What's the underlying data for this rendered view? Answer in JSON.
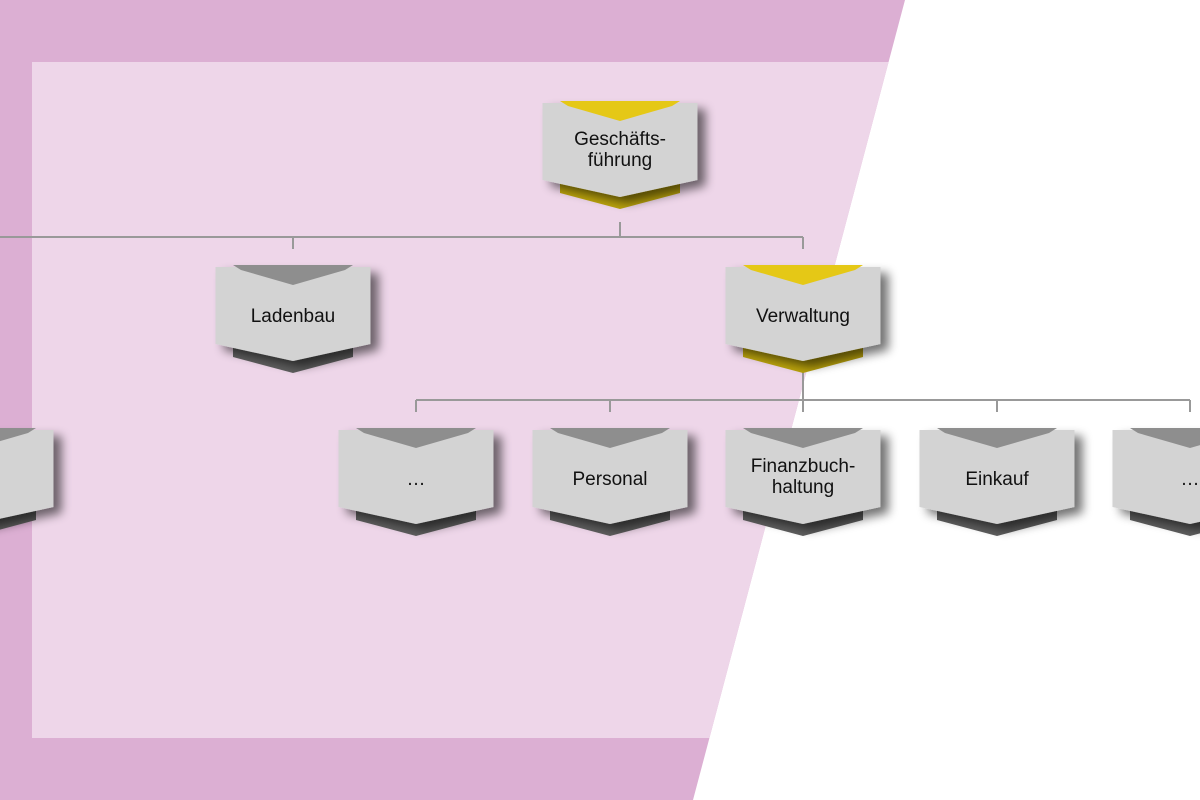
{
  "colors": {
    "outer_bg": "#dcafd3",
    "inner_bg": "#eed6e9",
    "box": "#d3d3d3",
    "accent": "#e5c816",
    "accent_dark": "#b9a20c",
    "tab_grey": "#8e8e8e",
    "shadow_grey": "#5e5e5e",
    "line": "#999999"
  },
  "nodes": [
    {
      "id": "geschaeftsfuehrung",
      "lines": [
        "Geschäfts-",
        "führung"
      ],
      "highlight": true,
      "level": 0
    },
    {
      "id": "ladenbau",
      "lines": [
        "Ladenbau"
      ],
      "highlight": false,
      "level": 1
    },
    {
      "id": "verwaltung",
      "lines": [
        "Verwaltung"
      ],
      "highlight": true,
      "level": 1
    },
    {
      "id": "left-partial",
      "lines": [
        ""
      ],
      "highlight": false,
      "level": 2
    },
    {
      "id": "more-left",
      "lines": [
        "…"
      ],
      "highlight": false,
      "level": 2
    },
    {
      "id": "personal",
      "lines": [
        "Personal"
      ],
      "highlight": false,
      "level": 2
    },
    {
      "id": "finanzbuchhaltung",
      "lines": [
        "Finanzbuch-",
        "haltung"
      ],
      "highlight": false,
      "level": 2
    },
    {
      "id": "einkauf",
      "lines": [
        "Einkauf"
      ],
      "highlight": false,
      "level": 2
    },
    {
      "id": "more-right",
      "lines": [
        "…"
      ],
      "highlight": false,
      "level": 2
    }
  ]
}
